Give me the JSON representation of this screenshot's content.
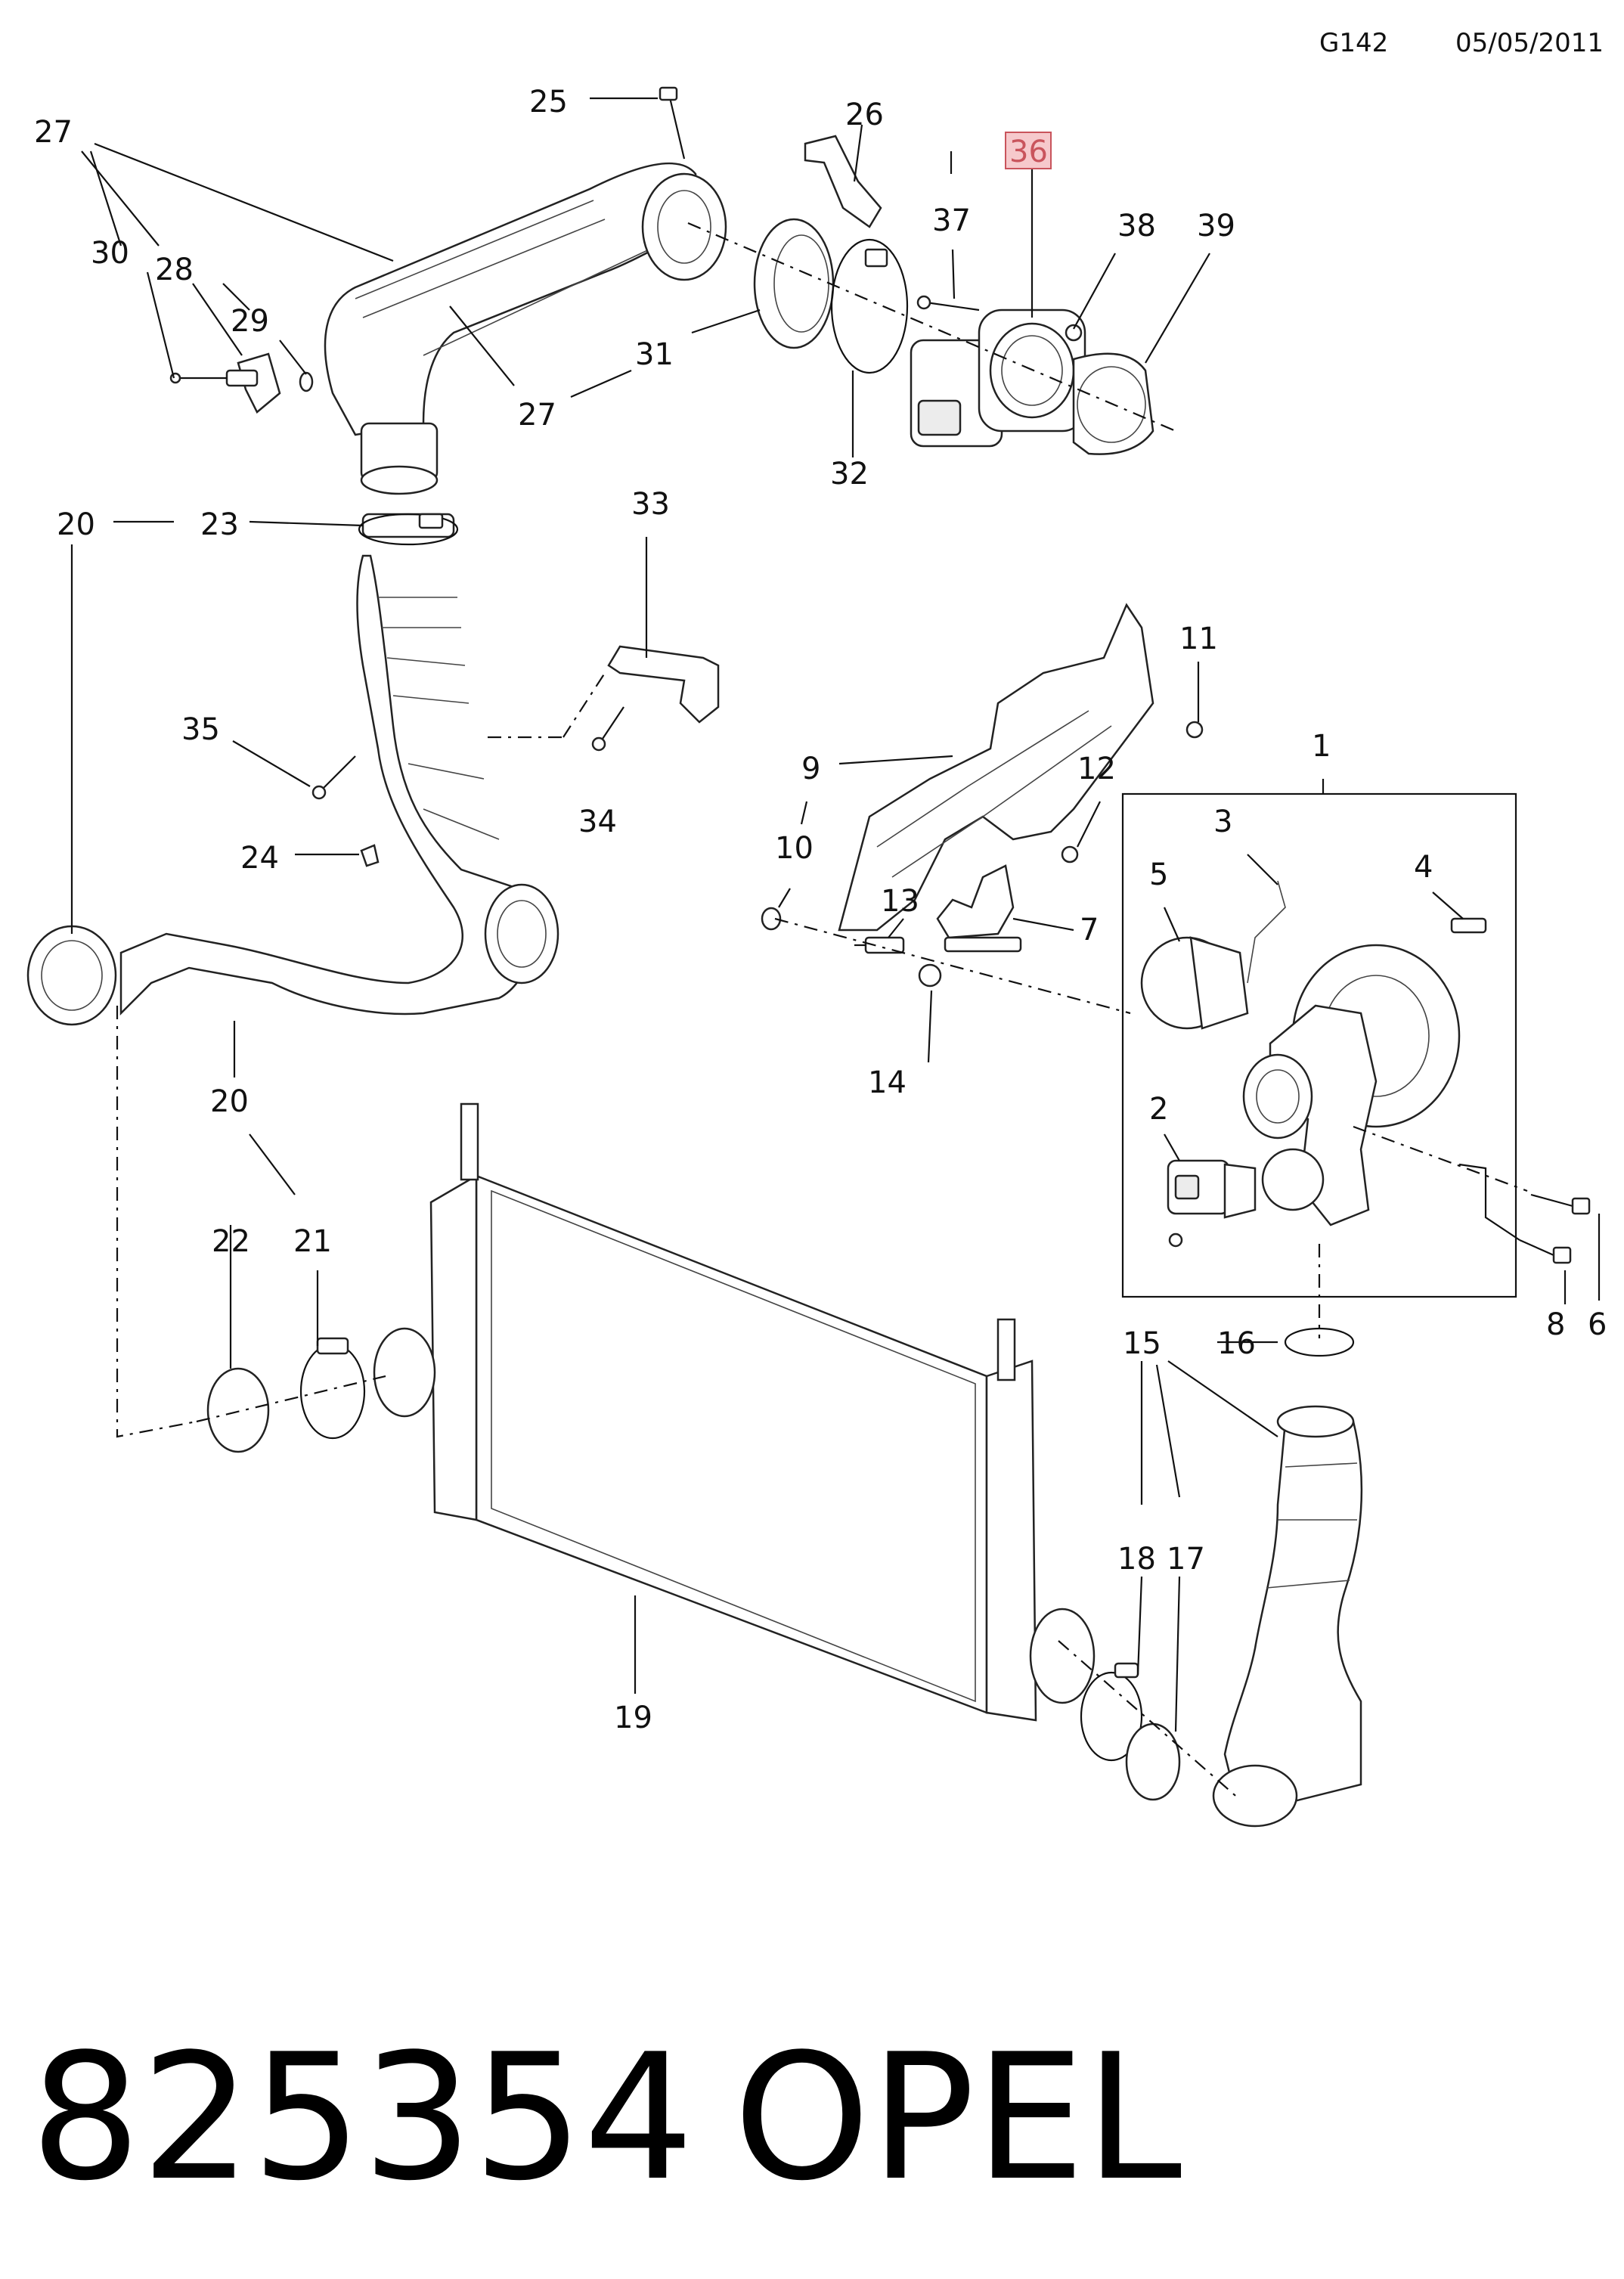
{
  "header": {
    "page_code": "G142",
    "date": "05/05/2011"
  },
  "footer": {
    "part_number": "825354",
    "brand": "OPEL"
  },
  "highlight_color": "#f6c9cc",
  "callouts": {
    "c1": "1",
    "c2": "2",
    "c3": "3",
    "c4": "4",
    "c5": "5",
    "c6": "6",
    "c7": "7",
    "c8": "8",
    "c9": "9",
    "c10": "10",
    "c11": "11",
    "c12": "12",
    "c13": "13",
    "c14": "14",
    "c15": "15",
    "c16": "16",
    "c17": "17",
    "c18": "18",
    "c19": "19",
    "c20a": "20",
    "c20b": "20",
    "c21": "21",
    "c22": "22",
    "c23": "23",
    "c24": "24",
    "c25": "25",
    "c26": "26",
    "c27a": "27",
    "c27b": "27",
    "c28": "28",
    "c29": "29",
    "c30": "30",
    "c31": "31",
    "c32": "32",
    "c33": "33",
    "c34": "34",
    "c35": "35",
    "c36": "36",
    "c37": "37",
    "c38": "38",
    "c39": "39"
  }
}
